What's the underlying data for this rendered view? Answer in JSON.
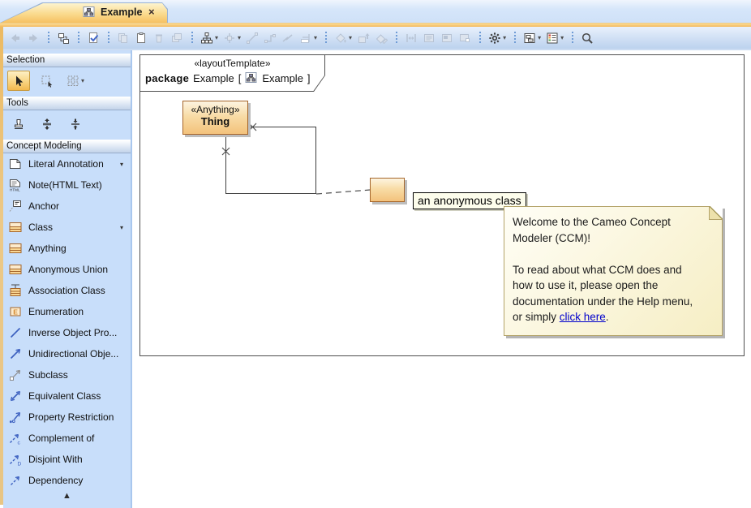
{
  "window": {
    "tab_title": "Example",
    "close_glyph": "×"
  },
  "toolbar": {
    "caret_glyph": "▾",
    "groups": [
      {
        "buttons": [
          {
            "name": "back",
            "icon": "back"
          },
          {
            "name": "forward",
            "icon": "forward"
          }
        ]
      },
      {
        "buttons": [
          {
            "name": "related-elements",
            "icon": "related"
          }
        ]
      },
      {
        "buttons": [
          {
            "name": "validate-diagram",
            "icon": "validate"
          }
        ]
      },
      {
        "buttons": [
          {
            "name": "copy",
            "icon": "copy"
          },
          {
            "name": "paste",
            "icon": "paste"
          },
          {
            "name": "delete",
            "icon": "trash"
          },
          {
            "name": "clone",
            "icon": "clone"
          }
        ]
      },
      {
        "buttons": [
          {
            "name": "layout-diagram",
            "icon": "tree",
            "caret": true
          },
          {
            "name": "align-shapes",
            "icon": "align",
            "caret": true
          },
          {
            "name": "draw-oblique-path",
            "icon": "lineDiag"
          },
          {
            "name": "draw-rectilinear-path",
            "icon": "lineRect"
          },
          {
            "name": "draw-bezier-path",
            "icon": "zigzag"
          },
          {
            "name": "reset-paths",
            "icon": "reroute",
            "caret": true
          }
        ]
      },
      {
        "buttons": [
          {
            "name": "fill-color",
            "icon": "bucket",
            "caret": true
          },
          {
            "name": "send-to-back",
            "icon": "imgup"
          },
          {
            "name": "edit-style",
            "icon": "bucketpen"
          }
        ]
      },
      {
        "buttons": [
          {
            "name": "make-same-spacing",
            "icon": "hspace"
          },
          {
            "name": "show-note-view",
            "icon": "noterect"
          },
          {
            "name": "show-image-view",
            "icon": "imgrect"
          },
          {
            "name": "show-frame-view",
            "icon": "framerect"
          }
        ]
      },
      {
        "buttons": [
          {
            "name": "diagram-options",
            "icon": "gear",
            "caret": true
          }
        ]
      },
      {
        "buttons": [
          {
            "name": "window-layout",
            "icon": "layout",
            "caret": true
          },
          {
            "name": "legend",
            "icon": "legend",
            "caret": true
          }
        ]
      },
      {
        "buttons": [
          {
            "name": "zoom-search",
            "icon": "magnifier"
          }
        ]
      }
    ]
  },
  "sidebar": {
    "scroll_up_glyph": "▲",
    "sections": [
      {
        "title": "Selection",
        "buttons": [
          {
            "name": "pointer-tool",
            "icon": "pointer",
            "selected": true
          },
          {
            "name": "marquee-select-tool",
            "icon": "marquee"
          },
          {
            "name": "multi-select-tool",
            "icon": "multibox",
            "caret": true
          }
        ]
      },
      {
        "title": "Tools",
        "buttons": [
          {
            "name": "stamp-tool",
            "icon": "stamp"
          },
          {
            "name": "distribute-vertically-tool",
            "icon": "vspread"
          },
          {
            "name": "compress-vertically-tool",
            "icon": "vcenter"
          }
        ]
      },
      {
        "title": "Concept Modeling",
        "items": [
          {
            "label": "Literal Annotation",
            "icon": "note",
            "caret": true
          },
          {
            "label": "Note(HTML Text)",
            "icon": "notehtml"
          },
          {
            "label": "Anchor",
            "icon": "anchor"
          },
          {
            "label": "Class",
            "icon": "cls",
            "caret": true
          },
          {
            "label": "Anything",
            "icon": "cls"
          },
          {
            "label": "Anonymous Union",
            "icon": "cls"
          },
          {
            "label": "Association Class",
            "icon": "assoccls"
          },
          {
            "label": "Enumeration",
            "icon": "enumicon"
          },
          {
            "label": "Inverse Object Pro...",
            "icon": "invline"
          },
          {
            "label": "Unidirectional Obje...",
            "icon": "uniarrow"
          },
          {
            "label": "Subclass",
            "icon": "subclass"
          },
          {
            "label": "Equivalent Class",
            "icon": "equiv"
          },
          {
            "label": "Property Restriction",
            "icon": "proprestrict"
          },
          {
            "label": "Complement of",
            "icon": "complement"
          },
          {
            "label": "Disjoint With",
            "icon": "disjoint"
          },
          {
            "label": "Dependency",
            "icon": "dependency"
          }
        ]
      }
    ]
  },
  "diagram": {
    "header": {
      "stereotype": "«layoutTemplate»",
      "keyword": "package",
      "name": "Example",
      "open_bracket": "[",
      "diagram_name": "Example",
      "close_bracket": "]"
    },
    "thing": {
      "stereotype": "«Anything»",
      "name": "Thing"
    },
    "anonymous_class_label": "an anonymous class",
    "note": {
      "lines": [
        "Welcome to the Cameo Concept",
        "Modeler (CCM)!",
        "",
        "To read about what CCM does and",
        "how to use it, please open the",
        "documentation under the Help menu,"
      ],
      "last_line_prefix": "or simply ",
      "link_text": "click here",
      "last_line_suffix": "."
    }
  },
  "colors": {
    "tab_accent": "#f6c162",
    "class_border": "#a5652a",
    "class_fill": "#f3c27c",
    "note_border": "#b3a369",
    "link": "#0000cc"
  }
}
